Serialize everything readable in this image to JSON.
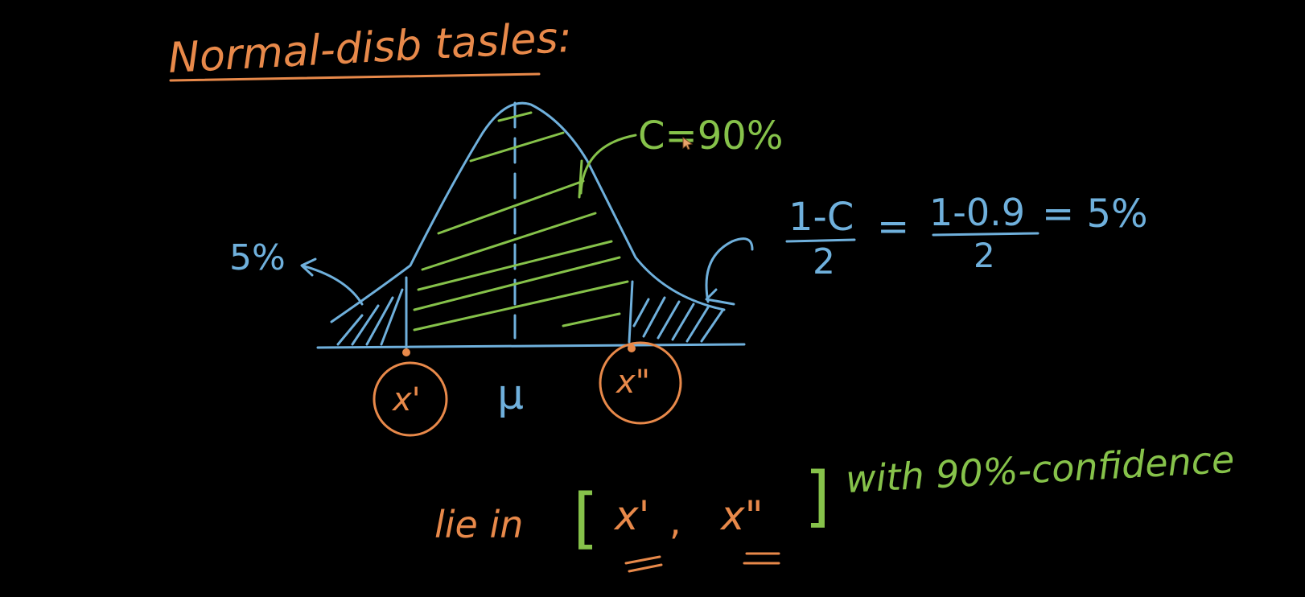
{
  "title": "Normal-disb tasles:",
  "diagram": {
    "confidence_label": "C=90%",
    "left_tail_label": "5%",
    "mean_symbol": "μ",
    "left_point_label": "x'",
    "right_point_label": "x\"",
    "formula": {
      "lhs_numerator": "1-C",
      "lhs_denominator": "2",
      "rhs_numerator": "1-0.9",
      "rhs_denominator": "2",
      "result": "= 5%",
      "equals": "="
    }
  },
  "conclusion": {
    "prefix": "lie in",
    "left_bracket": "[",
    "x1": "x'",
    "comma": ",",
    "x2": "x\"",
    "right_bracket": "]",
    "suffix": "with 90%-confidence"
  },
  "colors": {
    "background": "#000000",
    "orange": "#e8894a",
    "blue": "#6fb0dc",
    "green": "#86c24a"
  }
}
